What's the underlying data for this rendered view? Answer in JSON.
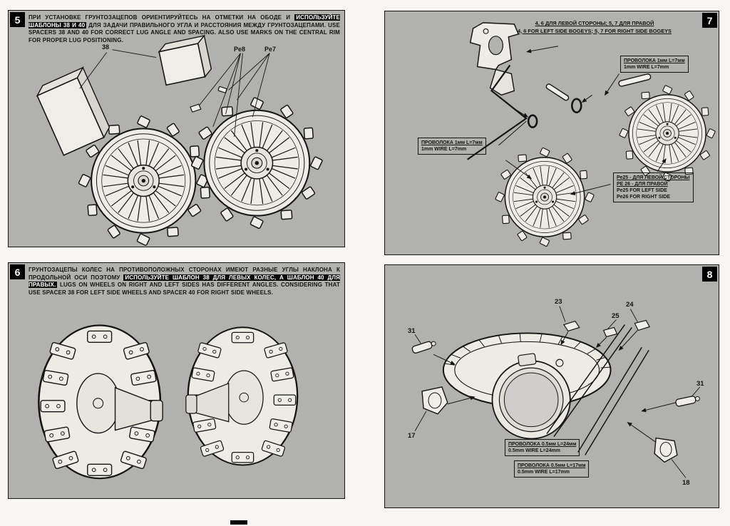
{
  "page": {
    "colors": {
      "panel_bg": "#b1b1ae",
      "ink": "#141414",
      "paper": "#f8f7f3",
      "art_fill": "#eeece6"
    }
  },
  "step5": {
    "badge": "5",
    "text_a": "ПРИ УСТАНОВКЕ ГРУНТОЗАЦЕПОВ ОРИЕНТИРУЙТЕСЬ НА ОТМЕТКИ НА ОБОДЕ И ",
    "text_b": "ИСПОЛЬЗУЙТЕ ШАБЛОНЫ 38 И 40",
    "text_c": " ДЛЯ ЗАДАЧИ ПРАВИЛЬНОГО УГЛА И РАССТОЯНИЯ МЕЖДУ ГРУНТОЗАЦЕПАМИ. USE SPACERS 38 AND 40 FOR CORRECT LUG ANGLE AND SPACING. ALSO USE MARKS ON THE CENTRAL RIM FOR PROPER LUG POSITIONING.",
    "label_38": "38",
    "label_pe8": "Pe8",
    "label_pe7": "Pe7"
  },
  "step6": {
    "badge": "6",
    "text_a": "ГРУНТОЗАЦЕПЫ КОЛЕС НА ПРОТИВОПОЛОЖНЫХ СТОРОНАХ ИМЕЮТ РАЗНЫЕ УГЛЫ НАКЛОНА К ПРОДОЛЬНОЙ ОСИ ПОЭТОМУ ",
    "text_b": "ИСПОЛЬЗУЙТЕ ШАБЛОН 38 ДЛЯ ЛЕВЫХ КОЛЕС, А ШАБЛОН 40 ДЛЯ ПРАВЫХ.",
    "text_c": " LUGS ON WHEELS ON RIGHT AND LEFT SIDES HAS DIFFERENT ANGLES. CONSIDERING THAT USE SPACER 38 FOR LEFT SIDE WHEELS AND SPACER 40 FOR RIGHT SIDE WHEELS."
  },
  "step7": {
    "badge": "7",
    "bogey_ru": "4, 6 ДЛЯ ЛЕВОЙ СТОРОНЫ; 5, 7 ДЛЯ ПРАВОЙ",
    "bogey_en": "4, 6 FOR LEFT SIDE BOGEYS; 5, 7 FOR RIGHT SIDE BOGEYS",
    "wire_right_ru": "ПРОВОЛОКА 1мм L=7мм",
    "wire_right_en": "1mm WIRE L=7mm",
    "wire_left_ru": "ПРОВОЛОКА 1мм L=7мм",
    "wire_left_en": "1mm WIRE L=7mm",
    "pe_ru_1": "Ре25 - ДЛЯ ЛЕВОЙ СТОРОНЫ",
    "pe_ru_2": "РЕ 26 - ДЛЯ ПРАВОЙ",
    "pe_en_1": "Pe25 FOR LEFT SIDE",
    "pe_en_2": "Pe26 FOR RIGHT SIDE"
  },
  "step8": {
    "badge": "8",
    "part_23": "23",
    "part_24": "24",
    "part_25": "25",
    "part_31_left": "31",
    "part_31_right": "31",
    "part_17": "17",
    "part_18": "18",
    "wire24_ru": "ПРОВОЛОКА 0.5мм L=24мм",
    "wire24_en": "0.5mm WIRE L=24mm",
    "wire17_ru": "ПРОВОЛОКА 0.5мм L=17мм",
    "wire17_en": "0.5mm WIRE L=17mm"
  }
}
